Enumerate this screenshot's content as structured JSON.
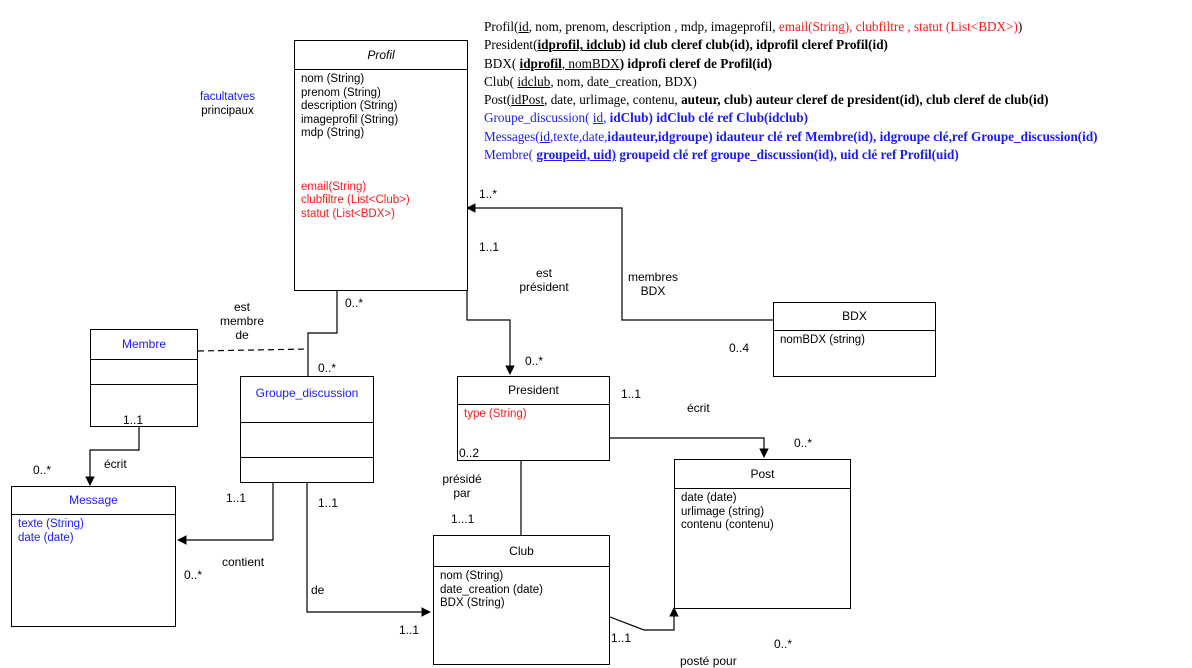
{
  "schema": [
    {
      "segs": [
        {
          "t": "Profil("
        },
        {
          "t": "id",
          "u": true
        },
        {
          "t": ", nom, prenom, description , mdp, imageprofil, "
        },
        {
          "t": "email(String), clubfiltre , statut (List<BDX>)",
          "c": "red"
        },
        {
          "t": ")"
        }
      ]
    },
    {
      "segs": [
        {
          "t": "President("
        },
        {
          "t": "idprofil, idclub",
          "b": true,
          "u": true
        },
        {
          "t": ") id club cleref club(id), idprofil cleref Profil(id)",
          "b": true
        }
      ]
    },
    {
      "segs": [
        {
          "t": "BDX( "
        },
        {
          "t": "idprofil",
          "b": true,
          "u": true
        },
        {
          "t": ", nomBDX",
          "u": true
        },
        {
          "t": ") idprofi cleref de Profil(id)",
          "b": true
        }
      ]
    },
    {
      "segs": [
        {
          "t": "Club( "
        },
        {
          "t": "idclub",
          "u": true
        },
        {
          "t": ", nom, date_creation, BDX)"
        }
      ]
    },
    {
      "segs": [
        {
          "t": "Post("
        },
        {
          "t": "idPost",
          "u": true
        },
        {
          "t": ", date, urlimage, contenu, "
        },
        {
          "t": "auteur, club) auteur cleref de president(id), club cleref de club(id)",
          "b": true
        }
      ]
    },
    {
      "segs": [
        {
          "t": "Groupe_discussion( ",
          "c": "blue"
        },
        {
          "t": "id",
          "c": "blue",
          "u": true
        },
        {
          "t": ", ",
          "c": "blue"
        },
        {
          "t": "idClub)  idClub clé ref Club(idclub)",
          "c": "blue",
          "b": true
        }
      ]
    },
    {
      "segs": [
        {
          "t": "Messages(",
          "c": "blue"
        },
        {
          "t": "id",
          "c": "blue",
          "u": true
        },
        {
          "t": ",texte,date,",
          "c": "blue"
        },
        {
          "t": "idauteur,idgroupe)  idauteur clé ref Membre(id), idgroupe clé,ref Groupe_discussion(id)",
          "c": "blue",
          "b": true
        }
      ]
    },
    {
      "segs": [
        {
          "t": "Membre( ",
          "c": "blue"
        },
        {
          "t": "groupeid, uid)",
          "c": "blue",
          "b": true,
          "u": true
        },
        {
          "t": " groupeid clé ref groupe_discussion(id), uid clé ref Profil(uid)",
          "c": "blue",
          "b": true
        }
      ]
    }
  ],
  "legend": {
    "facultatives": "facultatves",
    "principaux": "principaux"
  },
  "classes": {
    "profil": {
      "name": "Profil",
      "attrs": [
        "nom (String)",
        "prenom (String)",
        "description (String)",
        "imageprofil (String)",
        "mdp (String)"
      ],
      "optional": [
        "email(String)",
        "clubfiltre (List<Club>)",
        "statut (List<BDX>)"
      ]
    },
    "bdx": {
      "name": "BDX",
      "attrs": [
        "nomBDX (string)"
      ]
    },
    "membre": {
      "name": "Membre",
      "attrs": []
    },
    "groupe": {
      "name": "Groupe_discussion",
      "attrs": []
    },
    "president": {
      "name": "President",
      "attrs": [
        "type (String)"
      ]
    },
    "message": {
      "name": "Message",
      "attrs": [
        "texte (String)",
        "date (date)"
      ]
    },
    "post": {
      "name": "Post",
      "attrs": [
        "date (date)",
        "urlimage (string)",
        "contenu (contenu)"
      ]
    },
    "club": {
      "name": "Club",
      "attrs": [
        "nom (String)",
        "date_creation (date)",
        "BDX (String)"
      ]
    }
  },
  "labels": {
    "est_membre_de": [
      "est",
      "membre",
      "de"
    ],
    "est_president": [
      "est",
      "président"
    ],
    "membres_bdx": [
      "membres",
      "BDX"
    ],
    "ecrit_membre": "écrit",
    "ecrit_president": "écrit",
    "preside_par": [
      "présidé",
      "par"
    ],
    "contient": "contient",
    "de": "de",
    "poste_pour": "posté pour"
  },
  "mult": {
    "profil_bdx": "1..*",
    "profil_pres": "1..1",
    "pres_top": "0..*",
    "profil_groupe": "0..*",
    "groupe_top": "0..*",
    "bdx": "0..4",
    "membre": "1..1",
    "message_top": "0..*",
    "groupe_msg": "1..1",
    "groupe_club": "1..1",
    "message_bottom": "0..*",
    "pres_right": "1..1",
    "post_top": "0..*",
    "pres_left": "0..2",
    "club_top": "1...1",
    "club_left": "1..1",
    "club_right": "1..1",
    "post_bottom": "0..*"
  }
}
